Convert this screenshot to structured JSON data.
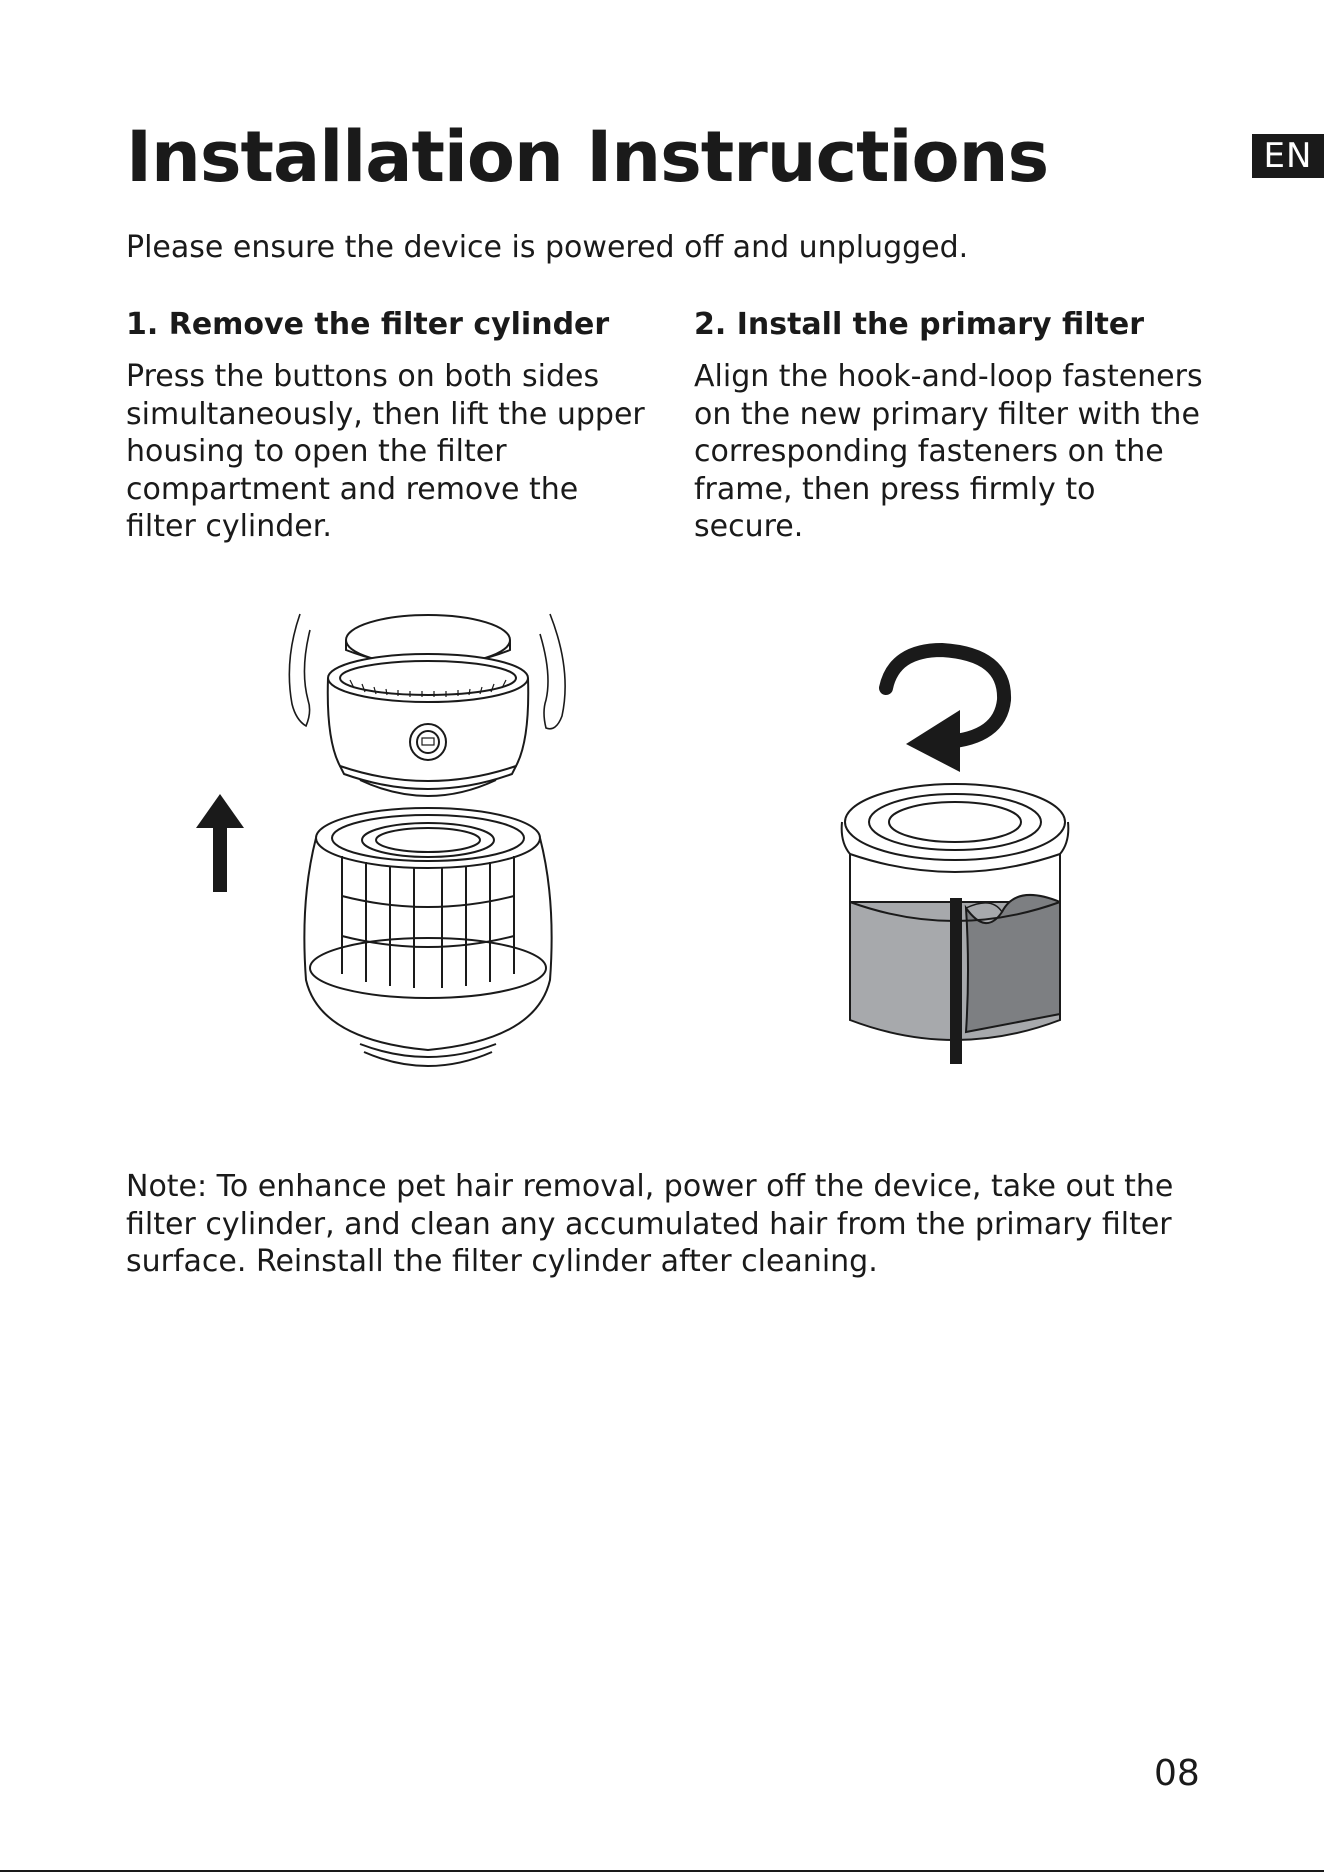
{
  "header": {
    "title": "Installation Instructions",
    "language_badge": "EN"
  },
  "intro": "Please ensure the device is powered off and unplugged.",
  "steps": [
    {
      "heading": "1. Remove the filter cylinder",
      "body": "Press the buttons on both sides simultaneously, then lift the upper housing to open the filter compartment and remove the filter cylinder."
    },
    {
      "heading": "2. Install the primary filter",
      "body": "Align the hook-and-loop fasteners on the new primary filter with the corresponding fasteners on the frame, then press firmly to secure."
    }
  ],
  "note": "Note: To enhance pet hair removal, power off the device, take out the filter cylinder, and clean any accumulated hair from the primary filter surface. Reinstall the filter cylinder after cleaning.",
  "footer": {
    "page_number": "08"
  },
  "colors": {
    "ink": "#1a1a1a",
    "filter_gray": "#a7a9ac",
    "filter_flap": "#7d7f82"
  }
}
